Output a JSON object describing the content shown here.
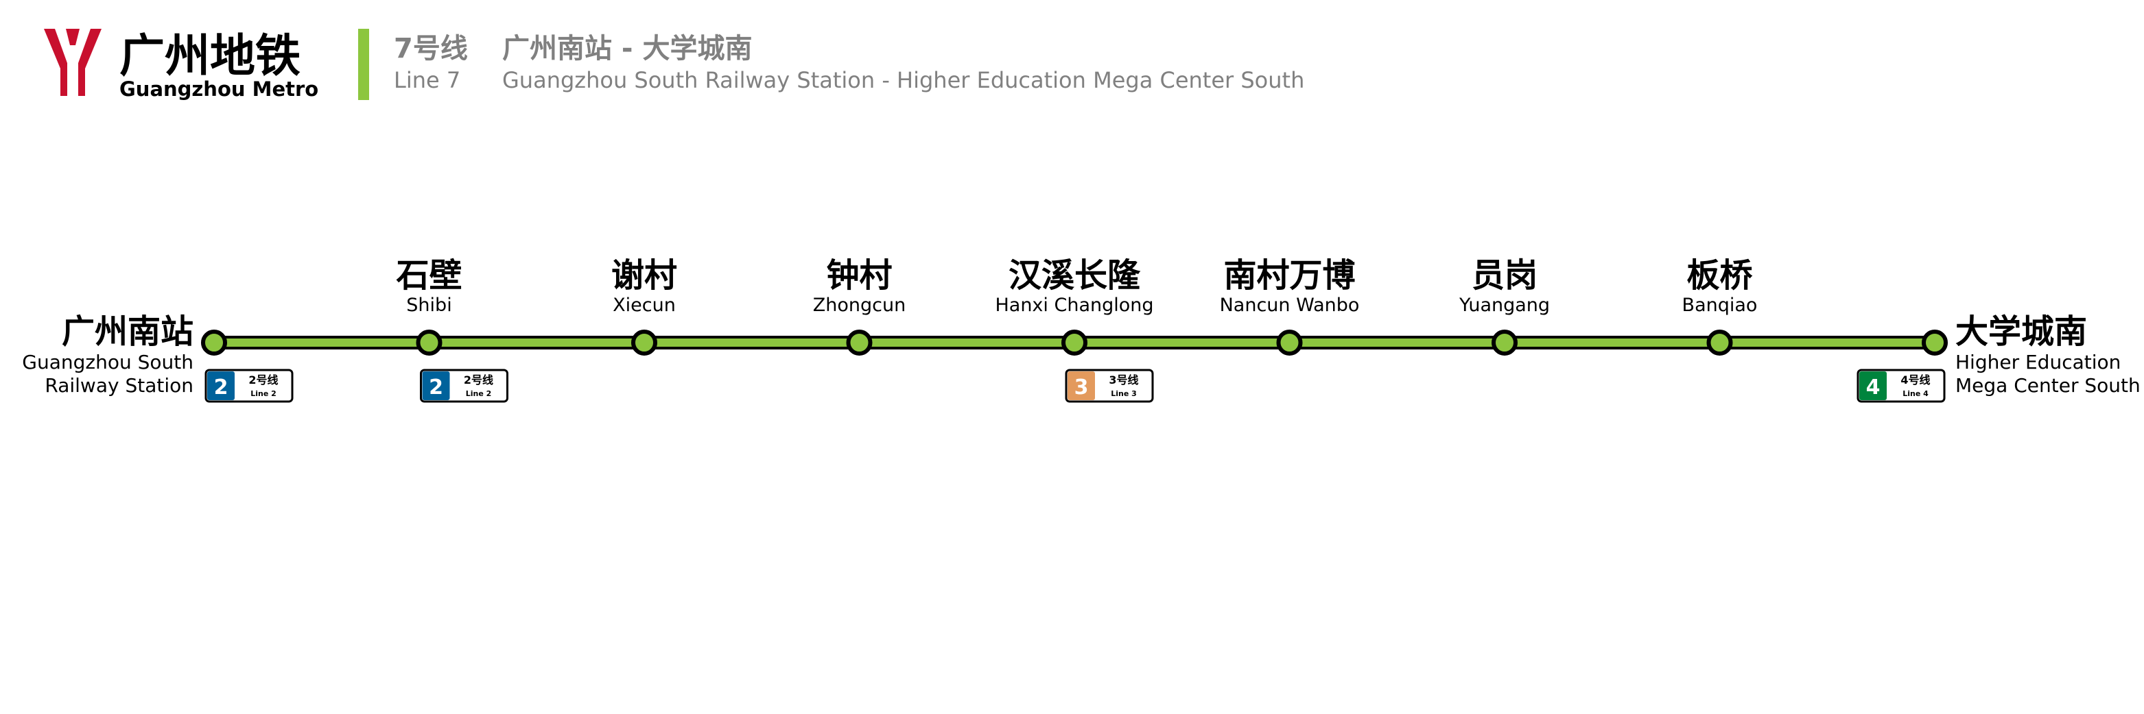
{
  "header": {
    "brand_cn": "广州地铁",
    "brand_en": "Guangzhou Metro",
    "line_cn": "7号线",
    "line_en": "Line 7",
    "route_cn": "广州南站 - 大学城南",
    "route_en": "Guangzhou South Railway Station - Higher Education Mega Center South",
    "logo_icon": "guangzhou-metro-logo-icon"
  },
  "colors": {
    "line7": "#8CC63F",
    "line2": "#00629B",
    "line3": "#E39A5D",
    "line4": "#00843D",
    "logo": "#C8102E",
    "header_text": "#808080"
  },
  "stations": [
    {
      "name_cn": "广州南站",
      "name_en": "Guangzhou South",
      "name_en2": "Railway Station",
      "transfers": [
        {
          "num": "2",
          "label_cn": "2号线",
          "label_en": "Line 2",
          "color": "#00629B"
        }
      ]
    },
    {
      "name_cn": "石壁",
      "name_en": "Shibi",
      "transfers": [
        {
          "num": "2",
          "label_cn": "2号线",
          "label_en": "Line 2",
          "color": "#00629B"
        }
      ]
    },
    {
      "name_cn": "谢村",
      "name_en": "Xiecun",
      "transfers": []
    },
    {
      "name_cn": "钟村",
      "name_en": "Zhongcun",
      "transfers": []
    },
    {
      "name_cn": "汉溪长隆",
      "name_en": "Hanxi Changlong",
      "transfers": [
        {
          "num": "3",
          "label_cn": "3号线",
          "label_en": "Line 3",
          "color": "#E39A5D"
        }
      ]
    },
    {
      "name_cn": "南村万博",
      "name_en": "Nancun Wanbo",
      "transfers": []
    },
    {
      "name_cn": "员岗",
      "name_en": "Yuangang",
      "transfers": []
    },
    {
      "name_cn": "板桥",
      "name_en": "Banqiao",
      "transfers": []
    },
    {
      "name_cn": "大学城南",
      "name_en": "Higher Education",
      "name_en2": "Mega Center South",
      "transfers": [
        {
          "num": "4",
          "label_cn": "4号线",
          "label_en": "Line 4",
          "color": "#00843D"
        }
      ]
    }
  ]
}
